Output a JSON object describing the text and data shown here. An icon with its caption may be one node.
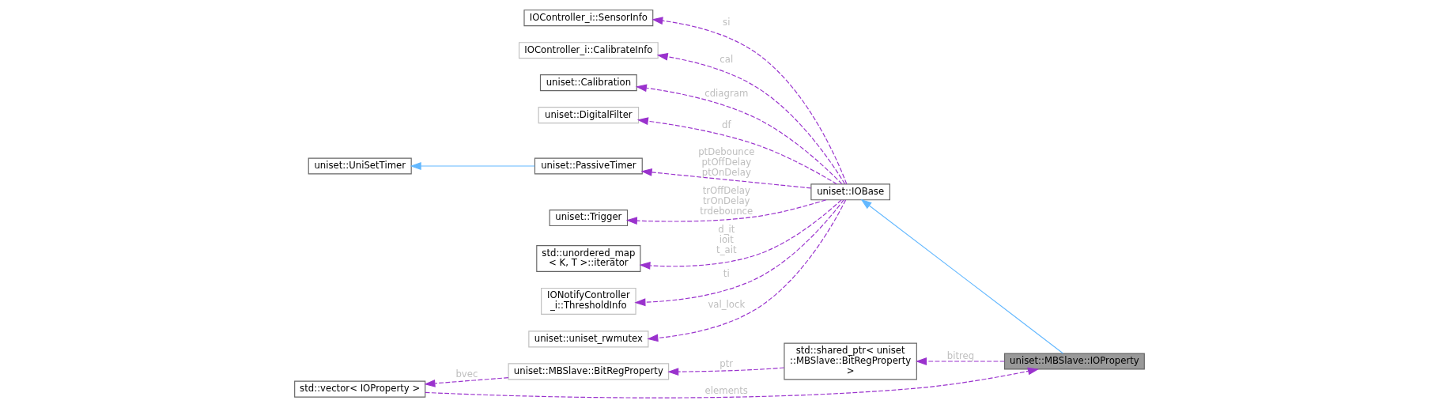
{
  "diagram": {
    "nodes": [
      {
        "text": [
          "IOController_i::SensorInfo"
        ]
      },
      {
        "text": [
          "IOController_i::CalibrateInfo"
        ]
      },
      {
        "text": [
          "uniset::Calibration"
        ]
      },
      {
        "text": [
          "uniset::DigitalFilter"
        ]
      },
      {
        "text": [
          "uniset::UniSetTimer"
        ]
      },
      {
        "text": [
          "uniset::PassiveTimer"
        ]
      },
      {
        "text": [
          "uniset::Trigger"
        ]
      },
      {
        "text": [
          "std::unordered_map < K, T >::iterator"
        ]
      },
      {
        "text": [
          "IONotifyController _i::ThresholdInfo"
        ]
      },
      {
        "text": [
          "uniset::uniset_rwmutex"
        ]
      },
      {
        "text": [
          "uniset::IOBase"
        ]
      },
      {
        "text": [
          "uniset::MBSlave::IOProperty"
        ]
      },
      {
        "text": [
          "std::vector< IOProperty >"
        ]
      },
      {
        "text": [
          "uniset::MBSlave::BitRegProperty"
        ]
      },
      {
        "text": [
          "std::shared_ptr< uniset ::MBSlave::BitRegProperty >"
        ]
      }
    ],
    "edges": [
      {
        "from": 10,
        "to": 0,
        "arrow": "to",
        "label": "si",
        "style": "dashed"
      },
      {
        "from": 10,
        "to": 1,
        "arrow": "to",
        "label": "cal",
        "style": "dashed"
      },
      {
        "from": 10,
        "to": 2,
        "arrow": "to",
        "label": "cdiagram",
        "style": "dashed"
      },
      {
        "from": 10,
        "to": 3,
        "arrow": "to",
        "label": "df",
        "style": "dashed"
      },
      {
        "from": 5,
        "to": 4,
        "arrow": "to",
        "color": "#63b8ff"
      },
      {
        "from": 10,
        "to": 5,
        "arrow": "to",
        "label": "ptDebounce ptOffDelay ptOnDelay",
        "style": "dashed"
      },
      {
        "from": 10,
        "to": 6,
        "arrow": "to",
        "label": "trOffDelay trOnDelay trdebounce",
        "style": "dashed"
      },
      {
        "from": 10,
        "to": 7,
        "arrow": "to",
        "label": "d_it ioit t_ait",
        "style": "dashed"
      },
      {
        "from": 10,
        "to": 8,
        "arrow": "to",
        "label": "ti",
        "style": "dashed"
      },
      {
        "from": 10,
        "to": 9,
        "arrow": "to",
        "label": "val_lock",
        "style": "dashed"
      },
      {
        "from": 11,
        "to": 10,
        "arrow": "to",
        "color": "#63b8ff"
      },
      {
        "from": 12,
        "to": 11,
        "arrow": "to",
        "label": "elements",
        "style": "dashed"
      },
      {
        "from": 13,
        "to": 12,
        "arrow": "to",
        "label": "bvec",
        "style": "dashed"
      },
      {
        "from": 14,
        "to": 13,
        "arrow": "to",
        "label": "ptr",
        "style": "dashed"
      },
      {
        "from": 11,
        "to": 14,
        "arrow": "to",
        "label": "bitreg",
        "style": "dashed"
      }
    ]
  }
}
